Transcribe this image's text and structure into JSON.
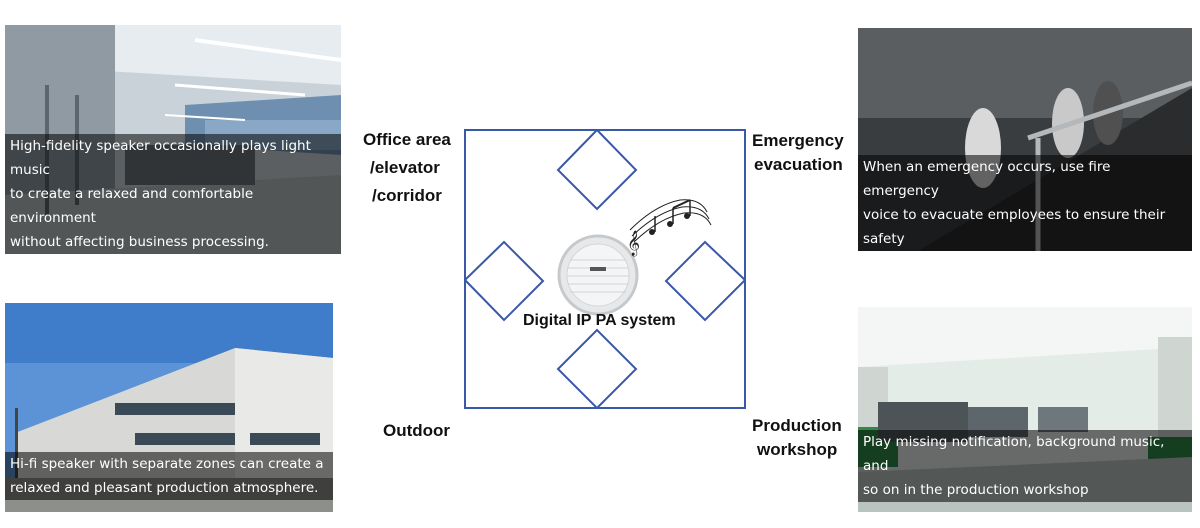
{
  "center": {
    "title": "Digital IP PA system",
    "icon": "ceiling-speaker-icon"
  },
  "labels": {
    "office": [
      "Office area",
      "/elevator",
      "/corridor"
    ],
    "emergency": [
      "Emergency",
      "evacuation"
    ],
    "outdoor": [
      "Outdoor"
    ],
    "production": [
      "Production",
      "workshop"
    ]
  },
  "panels": {
    "office": [
      "High-fidelity speaker occasionally plays light music",
      "to create a relaxed and comfortable environment",
      "without affecting business processing."
    ],
    "emergency": [
      "When an emergency occurs, use fire emergency",
      "voice to evacuate employees to ensure their",
      "safety"
    ],
    "outdoor": [
      "Hi-fi speaker with separate zones can create a",
      "relaxed and pleasant production atmosphere."
    ],
    "production": [
      "Play missing notification, background music, and",
      "so on in the production workshop"
    ]
  },
  "colors": {
    "arrow_stroke": "#3a58a8",
    "caption_bg": "rgba(0,0,0,0.55)"
  }
}
